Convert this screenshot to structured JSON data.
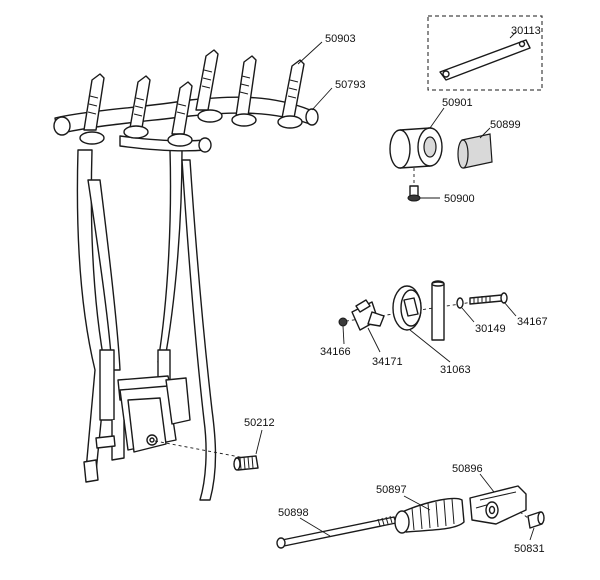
{
  "labels": {
    "p50903": "50903",
    "p50793": "50793",
    "p30113": "30113",
    "p50901": "50901",
    "p50899": "50899",
    "p50900": "50900",
    "p34167": "34167",
    "p30149": "30149",
    "p34166": "34166",
    "p34171": "34171",
    "p31063": "31063",
    "p50212": "50212",
    "p50896": "50896",
    "p50897": "50897",
    "p50898": "50898",
    "p50831": "50831"
  }
}
